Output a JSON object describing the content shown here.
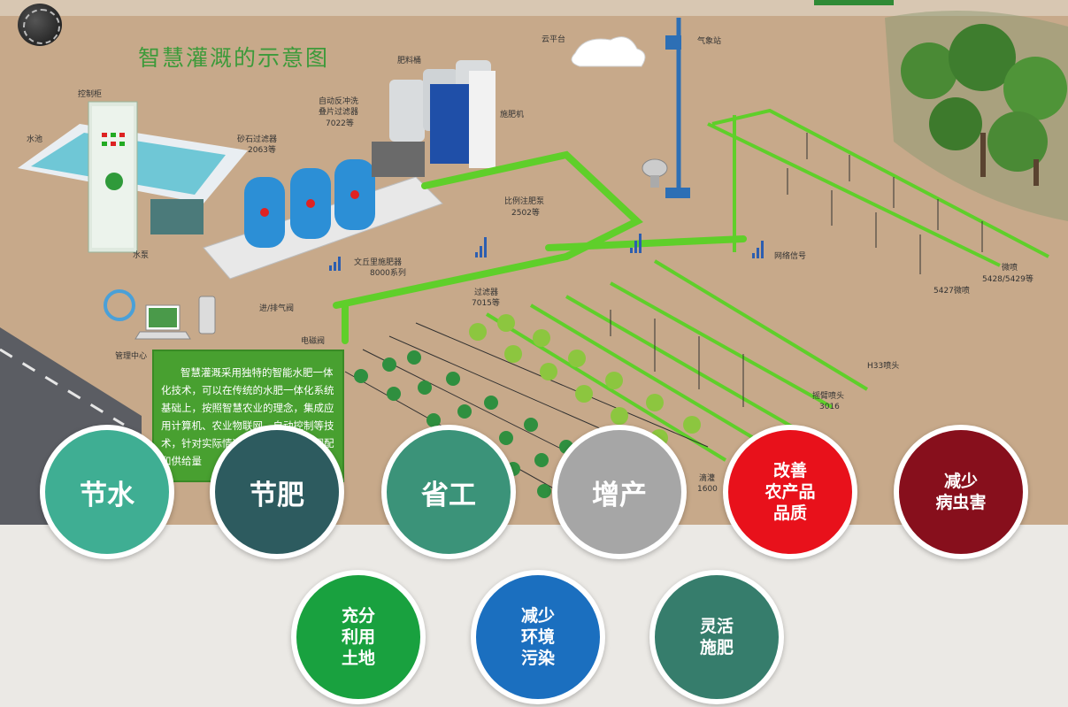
{
  "diagram": {
    "title": "智慧灌溉的示意图",
    "labels": {
      "control_cabinet": "控制柜",
      "pool": "水池",
      "pump": "水泵",
      "sand_filter": "砂石过滤器",
      "sand_filter_model": "2063等",
      "self_clean_filter_1": "自动反冲洗",
      "self_clean_filter_2": "叠片过滤器",
      "self_clean_filter_model": "7022等",
      "fertilizer_tank": "肥料桶",
      "fertilizer_machine": "施肥机",
      "cloud_platform": "云平台",
      "weather_station": "气象站",
      "proportional_pump": "比例注肥泵",
      "proportional_pump_model": "2502等",
      "venturi": "文丘里施肥器",
      "venturi_model": "8000系列",
      "inlet_exhaust_valve": "进/排气阀",
      "solenoid_valve": "电磁阀",
      "filter": "过滤器",
      "filter_model": "7015等",
      "management_center": "管理中心",
      "network_signal": "网络信号",
      "micro_spray": "微喷",
      "micro_spray_model_a": "5428/5429等",
      "micro_spray_model_b": "5427微喷",
      "h33_sprinkler": "H33喷头",
      "swing_sprinkler_1": "摇臂喷头",
      "swing_sprinkler_2": "3016",
      "drip_irrigation_1": "滴灌",
      "drip_irrigation_2": "1600"
    },
    "description": "智慧灌溉采用独特的智能水肥一体化技术，可以在传统的水肥一体化系统基础上，按照智慧农业的理念，集成应用计算机、农业物联网、自动控制等技术，针对实际情况，精确按需进行调配和供给量"
  },
  "benefits_row1": [
    {
      "label": "节水",
      "color": "#3fae93"
    },
    {
      "label": "节肥",
      "color": "#2d5b5f"
    },
    {
      "label": "省工",
      "color": "#3b9379"
    },
    {
      "label": "增产",
      "color": "#a6a6a6"
    },
    {
      "label": "改善 农产品 品质",
      "lines": [
        "改善",
        "农产品",
        "品质"
      ],
      "color": "#e8111b"
    },
    {
      "label": "减少 病虫害",
      "lines": [
        "减少",
        "病虫害"
      ],
      "color": "#870f1c"
    }
  ],
  "benefits_row2": [
    {
      "label": "充分 利用 土地",
      "lines": [
        "充分",
        "利用",
        "土地"
      ],
      "color": "#19a13f"
    },
    {
      "label": "减少 环境 污染",
      "lines": [
        "减少",
        "环境",
        "污染"
      ],
      "color": "#1b6fbf"
    },
    {
      "label": "灵活 施肥",
      "lines": [
        "灵活",
        "施肥"
      ],
      "color": "#367d6c"
    }
  ],
  "icons": {
    "logo": "globe-logo-icon",
    "tree": "tree-icon",
    "signal": "signal-bars-icon",
    "satellite": "satellite-dish-icon",
    "computer": "laptop-icon",
    "phone": "mobile-phone-icon"
  },
  "colors": {
    "pipe": "#5fcf2a",
    "ground": "#c7a98a",
    "desc_box": "#48a030"
  }
}
